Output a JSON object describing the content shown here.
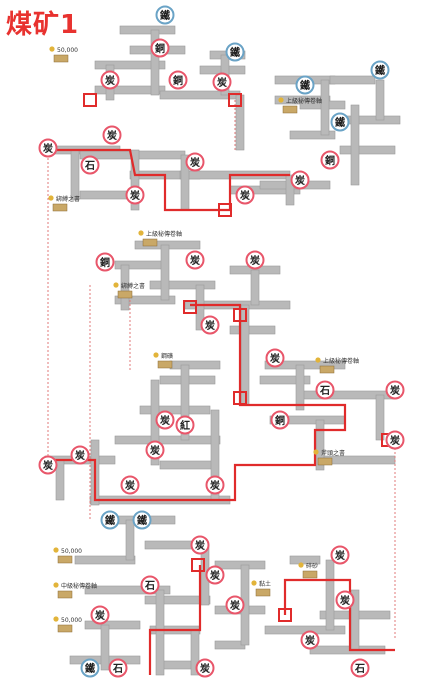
{
  "title": "煤矿1",
  "colors": {
    "path": "#e02b2b",
    "corridor": "#b9b9b9",
    "corridor_edge": "#9a9a9a",
    "dotted": "#e27a7a",
    "coal_ring": "#e8566a",
    "ore_ring": "#6aa3c6",
    "label": "#333333",
    "title": "#e8322f",
    "chest": "#c9a867",
    "coin": "#e2b43a"
  },
  "icons": {
    "coal": "炭",
    "copper": "銅",
    "stone": "石",
    "red": "紅",
    "ore": "鐵"
  },
  "labels": {
    "top_gold": "50,000",
    "upper_scroll": "上級秘傳卷軸",
    "binding": "綁縛之書",
    "middle_scroll": "中級秘傳卷軸",
    "vein": "鋼礦",
    "scroll_b": "斧頭之書",
    "gold_b": "50,000",
    "gold_c": "50,000",
    "clay": "黏土",
    "gravel": "碎砂"
  }
}
